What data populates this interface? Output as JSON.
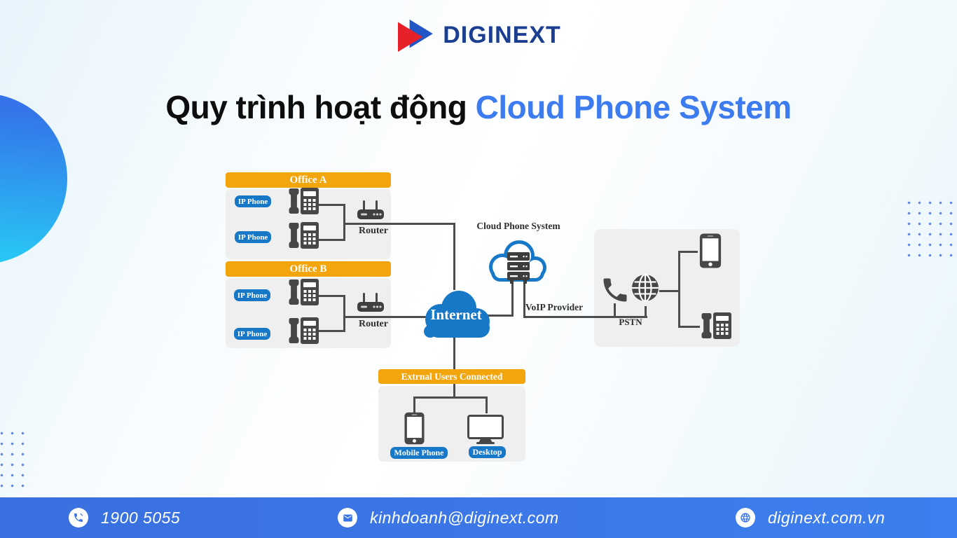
{
  "logo": {
    "brand": "DIGINEXT"
  },
  "title": {
    "prefix": "Quy trình hoạt động ",
    "highlight": "Cloud Phone System"
  },
  "diagram": {
    "office_a": {
      "title": "Office A",
      "phone_labels": [
        "IP Phone",
        "IP Phone"
      ],
      "router_label": "Router"
    },
    "office_b": {
      "title": "Office B",
      "phone_labels": [
        "IP Phone",
        "IP Phone"
      ],
      "router_label": "Router"
    },
    "internet_label": "Internet",
    "cloud_phone_system_label": "Cloud Phone System",
    "voip_provider_label": "VoIP Provider",
    "pstn_label": "PSTN",
    "external_users": {
      "title": "Extrnal Users Connected",
      "mobile_label": "Mobile Phone",
      "desktop_label": "Desktop"
    }
  },
  "footer": {
    "phone": "1900 5055",
    "email": "kinhdoanh@diginext.com",
    "website": "diginext.com.vn"
  },
  "colors": {
    "accent_orange": "#F2A50C",
    "badge_blue": "#1778C8",
    "cloud_blue": "#1878C8",
    "title_blue": "#3C7CF0",
    "brand_navy": "#1C3E90",
    "line_gray": "#4D4D4D",
    "footer_blue": "#3B74E8",
    "circle_gradient_top": "#3473E9",
    "circle_gradient_bottom": "#28C9F5"
  }
}
